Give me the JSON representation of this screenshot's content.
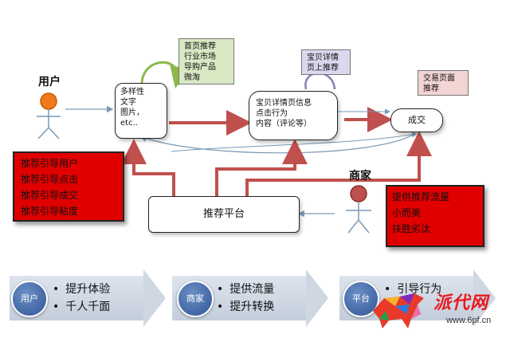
{
  "user": {
    "label": "用户"
  },
  "merchant": {
    "label": "商家"
  },
  "node_content": {
    "lines": [
      "多样性",
      "文字",
      "图片，",
      "etc.."
    ]
  },
  "node_detail": {
    "lines": [
      "宝贝详情页信息",
      "点击行为",
      "内容（评论等）"
    ]
  },
  "node_deal": {
    "label": "成交"
  },
  "node_platform": {
    "label": "推荐平台"
  },
  "note_homepage": {
    "lines": [
      "首页推荐",
      "行业市场",
      "导购产品",
      "微淘"
    ]
  },
  "note_detail_rec": {
    "lines": [
      "宝贝详情",
      "页上推荐"
    ]
  },
  "note_trade_rec": {
    "lines": [
      "交易页面",
      "推荐"
    ]
  },
  "red_user": {
    "lines": [
      "推荐引导用户",
      "推荐引导点击",
      "推荐引导成交",
      "推荐引导粘度"
    ]
  },
  "red_merchant": {
    "lines": [
      "提供推荐流量",
      "小而美",
      "扶胜劣汰"
    ]
  },
  "bottom": {
    "bands": [
      {
        "circle": "用户",
        "items": [
          "提升体验",
          "千人千面"
        ]
      },
      {
        "circle": "商家",
        "items": [
          "提供流量",
          "提升转换"
        ]
      },
      {
        "circle": "平台",
        "items": [
          "引导行为"
        ]
      }
    ]
  },
  "watermark": {
    "brand": "派代网",
    "url": "www.6pf.cn"
  },
  "colors": {
    "red_arrow": "#c0504d",
    "blue_arrow": "#7a9ab5",
    "green_loop": "#8cb84a",
    "red_box": "#e00000",
    "note_green": "#d8e9c3",
    "note_purple": "#dcd6ee",
    "note_pink": "#f2d4d3",
    "circle_blue": "#2f5597"
  }
}
